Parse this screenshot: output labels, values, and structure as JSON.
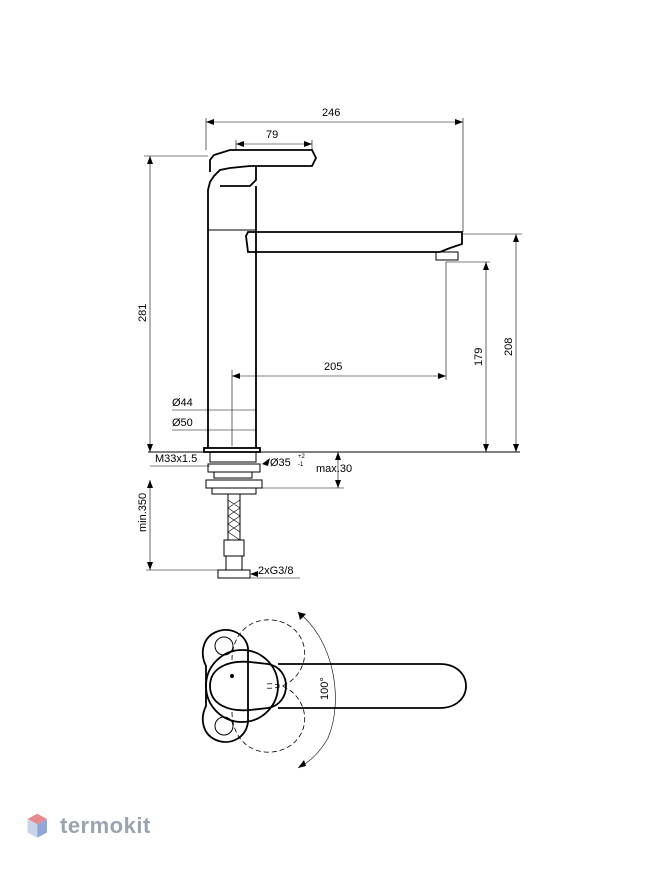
{
  "dimensions": {
    "overall_width": "246",
    "lever_reach": "79",
    "total_height": "281",
    "spout_height": "208",
    "spout_clearance": "179",
    "spout_reach": "205",
    "base_diameter_44": "Ø44",
    "base_diameter_50": "Ø50",
    "thread": "M33x1.5",
    "hole_diameter": "Ø35",
    "hole_tol_plus": "+2",
    "hole_tol_minus": "-1",
    "max_thickness": "max.30",
    "min_hose": "min.350",
    "connection": "2xG3/8",
    "swivel_angle": "100°"
  },
  "watermark": {
    "brand": "termokit",
    "colors": {
      "top": "#e8888f",
      "left": "#c7d4ea",
      "right": "#8fa6d6"
    }
  }
}
